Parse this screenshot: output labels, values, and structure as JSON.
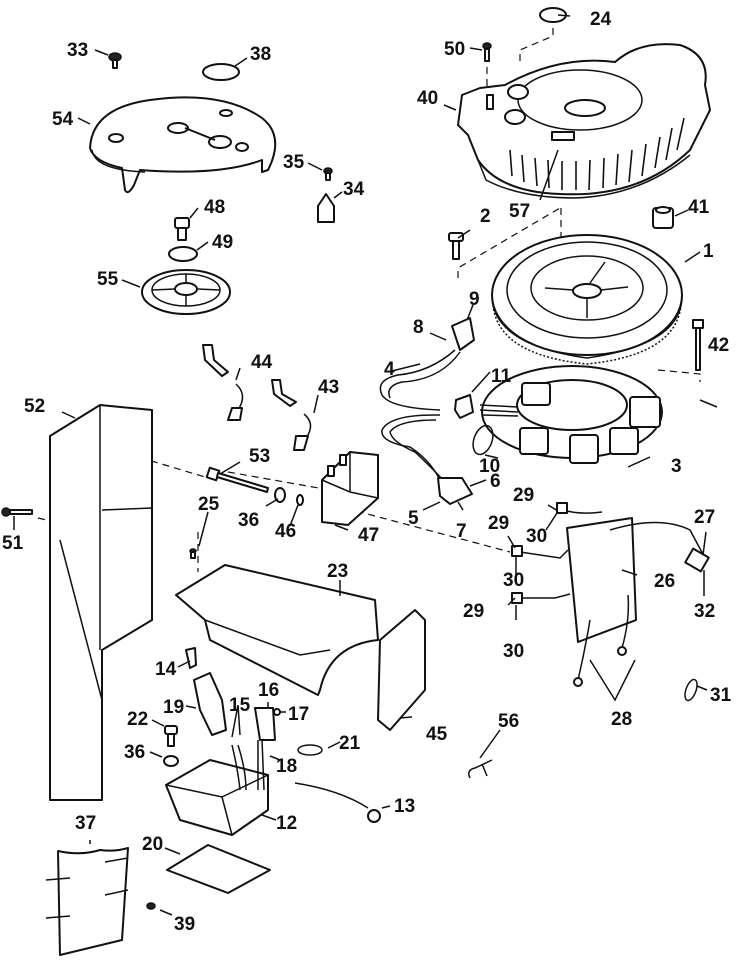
{
  "diagram": {
    "title": "Ignition / Flywheel / Stator exploded parts diagram",
    "colors": {
      "line": "#111111",
      "background": "#ffffff"
    },
    "callouts": [
      {
        "id": "1",
        "label": "1"
      },
      {
        "id": "2",
        "label": "2"
      },
      {
        "id": "3",
        "label": "3"
      },
      {
        "id": "4",
        "label": "4"
      },
      {
        "id": "5",
        "label": "5"
      },
      {
        "id": "6",
        "label": "6"
      },
      {
        "id": "7",
        "label": "7"
      },
      {
        "id": "8",
        "label": "8"
      },
      {
        "id": "9",
        "label": "9"
      },
      {
        "id": "10",
        "label": "10"
      },
      {
        "id": "11",
        "label": "11"
      },
      {
        "id": "12",
        "label": "12"
      },
      {
        "id": "13",
        "label": "13"
      },
      {
        "id": "14",
        "label": "14"
      },
      {
        "id": "15",
        "label": "15"
      },
      {
        "id": "16",
        "label": "16"
      },
      {
        "id": "17",
        "label": "17"
      },
      {
        "id": "18",
        "label": "18"
      },
      {
        "id": "19",
        "label": "19"
      },
      {
        "id": "20",
        "label": "20"
      },
      {
        "id": "21",
        "label": "21"
      },
      {
        "id": "22",
        "label": "22"
      },
      {
        "id": "23",
        "label": "23"
      },
      {
        "id": "24",
        "label": "24"
      },
      {
        "id": "25",
        "label": "25"
      },
      {
        "id": "26",
        "label": "26"
      },
      {
        "id": "27",
        "label": "27"
      },
      {
        "id": "28",
        "label": "28"
      },
      {
        "id": "29a",
        "label": "29"
      },
      {
        "id": "29b",
        "label": "29"
      },
      {
        "id": "29c",
        "label": "29"
      },
      {
        "id": "30a",
        "label": "30"
      },
      {
        "id": "30b",
        "label": "30"
      },
      {
        "id": "30c",
        "label": "30"
      },
      {
        "id": "31",
        "label": "31"
      },
      {
        "id": "32",
        "label": "32"
      },
      {
        "id": "33",
        "label": "33"
      },
      {
        "id": "34",
        "label": "34"
      },
      {
        "id": "35",
        "label": "35"
      },
      {
        "id": "36a",
        "label": "36"
      },
      {
        "id": "36b",
        "label": "36"
      },
      {
        "id": "37",
        "label": "37"
      },
      {
        "id": "38",
        "label": "38"
      },
      {
        "id": "39",
        "label": "39"
      },
      {
        "id": "40",
        "label": "40"
      },
      {
        "id": "41",
        "label": "41"
      },
      {
        "id": "42",
        "label": "42"
      },
      {
        "id": "43",
        "label": "43"
      },
      {
        "id": "44",
        "label": "44"
      },
      {
        "id": "45",
        "label": "45"
      },
      {
        "id": "46",
        "label": "46"
      },
      {
        "id": "47",
        "label": "47"
      },
      {
        "id": "48",
        "label": "48"
      },
      {
        "id": "49",
        "label": "49"
      },
      {
        "id": "50",
        "label": "50"
      },
      {
        "id": "51",
        "label": "51"
      },
      {
        "id": "52",
        "label": "52"
      },
      {
        "id": "53",
        "label": "53"
      },
      {
        "id": "54",
        "label": "54"
      },
      {
        "id": "55",
        "label": "55"
      },
      {
        "id": "56",
        "label": "56"
      },
      {
        "id": "57",
        "label": "57"
      }
    ]
  }
}
